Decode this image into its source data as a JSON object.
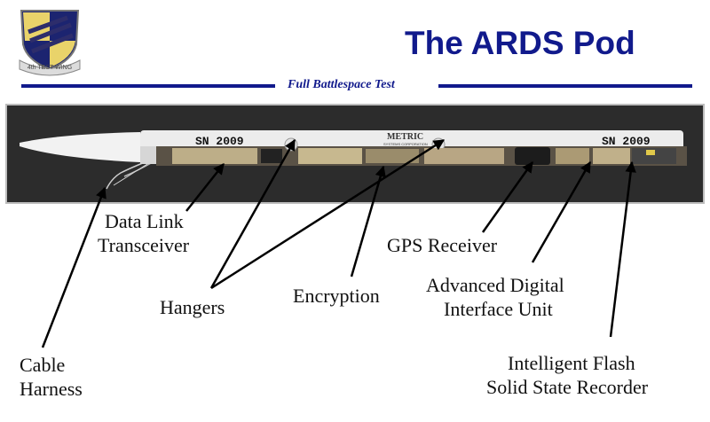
{
  "header": {
    "title": "The ARDS Pod",
    "subtitle": "Full Battlespace Test",
    "logo_text": "4th TEST WING"
  },
  "pod": {
    "serial_left": "SN 2009",
    "serial_right": "SN 2009",
    "maker_line1": "METRIC",
    "maker_line2": "SYSTEMS CORPORATION"
  },
  "labels": {
    "data_link_1": "Data Link",
    "data_link_2": "Transceiver",
    "hangers": "Hangers",
    "encryption": "Encryption",
    "gps": "GPS Receiver",
    "adiu_1": "Advanced Digital",
    "adiu_2": "Interface Unit",
    "recorder_1": "Intelligent Flash",
    "recorder_2": "Solid State Recorder",
    "cable_1": "Cable",
    "cable_2": "Harness"
  },
  "colors": {
    "brand_blue": "#111a8c",
    "photo_bg": "#2c2c2c",
    "pod_body": "#ededed",
    "electronics": "#b8a684"
  }
}
